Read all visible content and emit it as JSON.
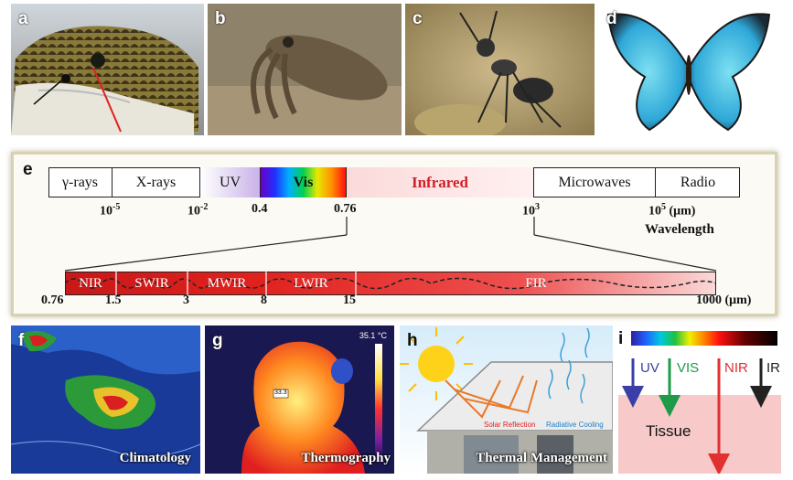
{
  "panels": {
    "a": {
      "label": "a"
    },
    "b": {
      "label": "b"
    },
    "c": {
      "label": "c"
    },
    "d": {
      "label": "d"
    },
    "e": {
      "label": "e"
    },
    "f": {
      "label": "f",
      "caption": "Climatology"
    },
    "g": {
      "label": "g",
      "caption": "Thermography",
      "temp_readout": "35.1 °C",
      "spot_readout": "33.3"
    },
    "h": {
      "label": "h",
      "caption": "Thermal Management",
      "solar_label": "Solar Reflection",
      "cooling_label": "Radiative Cooling"
    },
    "i": {
      "label": "i",
      "tissue_label": "Tissue"
    }
  },
  "spectrum": {
    "bands": [
      "γ-rays",
      "X-rays",
      "UV",
      "Vis",
      "Infrared",
      "Microwaves",
      "Radio"
    ],
    "ticks": {
      "t1_base": "10",
      "t1_exp": "-5",
      "t2_base": "10",
      "t2_exp": "-2",
      "t3": "0.4",
      "t4": "0.76",
      "t5_base": "10",
      "t5_exp": "3",
      "t6_base": "10",
      "t6_exp": "5",
      "t6_unit": " (μm)"
    },
    "axis_label": "Wavelength"
  },
  "ir": {
    "segments": [
      "NIR",
      "SWIR",
      "MWIR",
      "LWIR",
      "FIR"
    ],
    "ticks": [
      "0.76",
      "1.5",
      "3",
      "8",
      "15",
      "1000 (μm)"
    ]
  },
  "tissue_bands": [
    "UV",
    "VIS",
    "NIR",
    "IR"
  ],
  "colors": {
    "infrared_text": "#d0202a",
    "uv_arrow": "#3a3fa8",
    "vis_arrow": "#1e9a4a",
    "nir_arrow": "#e03030",
    "ir_arrow": "#222222",
    "tissue": "#f7c9c9"
  }
}
